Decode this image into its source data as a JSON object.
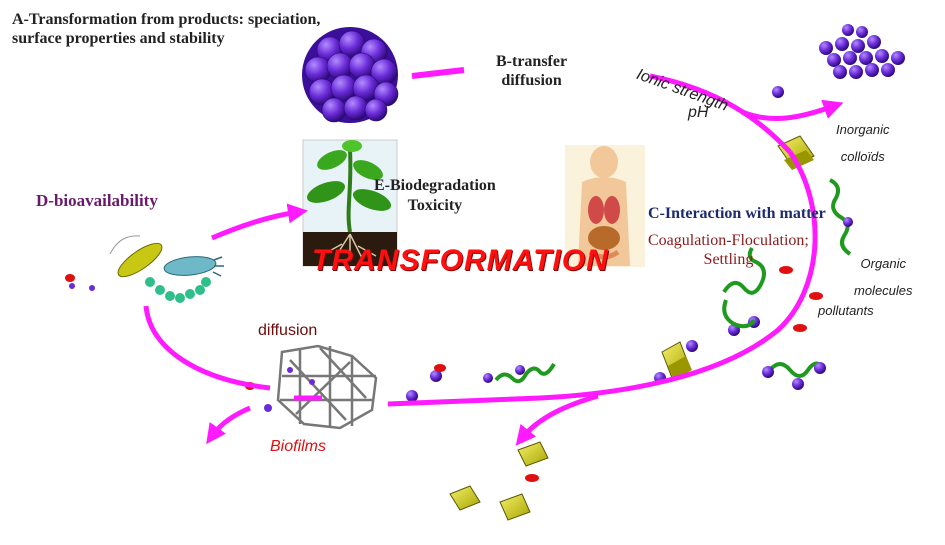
{
  "labels": {
    "transformation_products": "A-Transformation from products: speciation,  surface properties and stability",
    "transfer": "B-transfer",
    "transfer_diffusion": "diffusion",
    "bioavailability": "D-bioavailability",
    "biodegradation": "E-Biodegradation",
    "toxicity": "Toxicity",
    "interaction": "C-Interaction with matter",
    "coagulation": "Coagulation-Floculation;",
    "settling": "Settling",
    "transformation_banner": "TRANSFORMATION",
    "ionic_strength": "Ionic strength",
    "ph": "pH",
    "inorganic": "Inorganic",
    "colloids": "colloïds",
    "organic": "Organic",
    "molecules": "molecules",
    "pollutants": "pollutants",
    "diffusion": "diffusion",
    "biofilms": "Biofilms"
  },
  "colors": {
    "arrow": "#ff1aff",
    "nanoparticle": "#6a2bd8",
    "pollutant": "#e01010",
    "colloid_sheet": "#d6d200",
    "organic_chain": "#1f9a1f",
    "transformation_text": "#ff1010"
  }
}
